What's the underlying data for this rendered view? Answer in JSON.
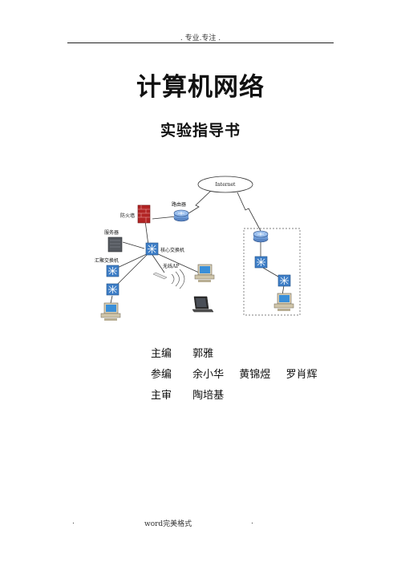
{
  "header": {
    "text": ". 专业.专注 ."
  },
  "title": "计算机网络",
  "subtitle": "实验指导书",
  "diagram": {
    "internet_label": "Internet",
    "router_label": "路由器",
    "firewall_label": "防火墙",
    "server_label": "服务器",
    "core_switch_label": "核心交换机",
    "aggregation_switch_label": "汇聚交换机",
    "wireless_ap_label": "无线AP"
  },
  "credits": {
    "editor": {
      "role": "主编",
      "names": [
        "郭雅"
      ]
    },
    "co_editors": {
      "role": "参编",
      "names": [
        "余小华",
        "黄锦煜",
        "罗肖辉"
      ]
    },
    "reviewer": {
      "role": "主审",
      "names": [
        "陶培基"
      ]
    }
  },
  "footer": {
    "left": ".",
    "center": "word完美格式",
    "right": "."
  }
}
